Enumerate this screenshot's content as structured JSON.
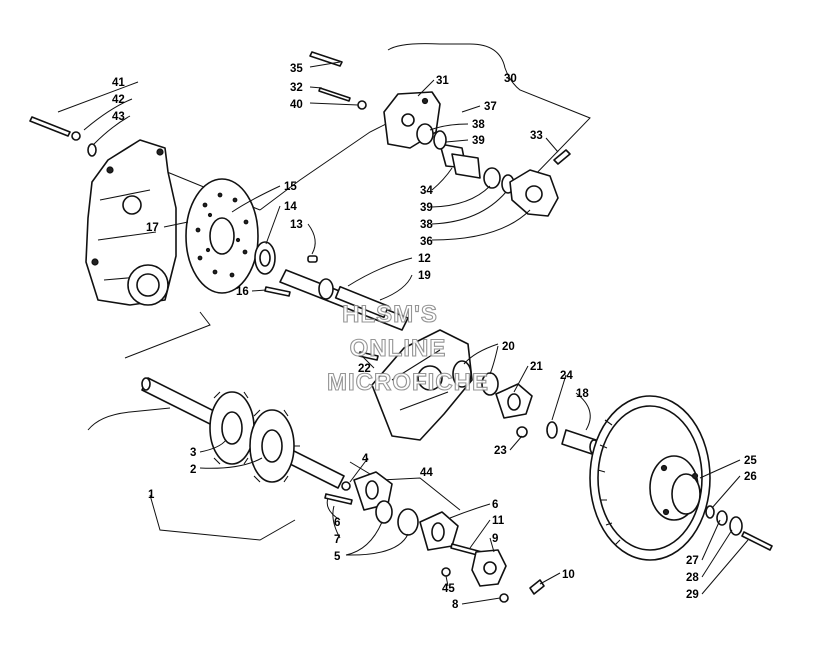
{
  "watermark": {
    "line1": "HLSM'S",
    "line2": "ONLINE",
    "line3": "MICROFICHE"
  },
  "callouts": {
    "c1": "1",
    "c2": "2",
    "c3": "3",
    "c4": "4",
    "c5": "5",
    "c6a": "6",
    "c6b": "6",
    "c7": "7",
    "c8": "8",
    "c9": "9",
    "c10": "10",
    "c11": "11",
    "c12": "12",
    "c13": "13",
    "c14": "14",
    "c15": "15",
    "c16": "16",
    "c17": "17",
    "c18": "18",
    "c19": "19",
    "c20": "20",
    "c21": "21",
    "c22": "22",
    "c23": "23",
    "c24": "24",
    "c25": "25",
    "c26": "26",
    "c27": "27",
    "c28": "28",
    "c29": "29",
    "c30": "30",
    "c31": "31",
    "c32": "32",
    "c33": "33",
    "c34": "34",
    "c35": "35",
    "c36": "36",
    "c37": "37",
    "c38a": "38",
    "c38b": "38",
    "c39a": "39",
    "c39b": "39",
    "c40": "40",
    "c41": "41",
    "c42": "42",
    "c43": "43",
    "c44": "44",
    "c45": "45"
  }
}
